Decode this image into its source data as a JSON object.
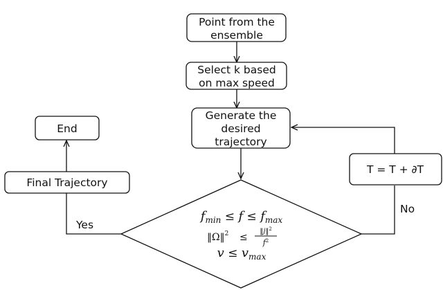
{
  "nodes": {
    "point_from_ensemble": [
      "Point from the",
      "ensemble"
    ],
    "select_k": [
      "Select k based",
      "on max speed"
    ],
    "generate": [
      "Generate the",
      "desired",
      "trajectory"
    ],
    "end": "End",
    "final_trajectory": "Final Trajectory",
    "update_t": "T = T + ∂T"
  },
  "decision": {
    "line1": "f_min ≤ f ≤ f_max",
    "line2": "‖Ω‖² ≤ ‖j‖²/f²",
    "line3": "v ≤ v_max"
  },
  "edges": {
    "yes": "Yes",
    "no": "No"
  },
  "colors": {
    "stroke": "#111111",
    "fill": "#ffffff"
  }
}
